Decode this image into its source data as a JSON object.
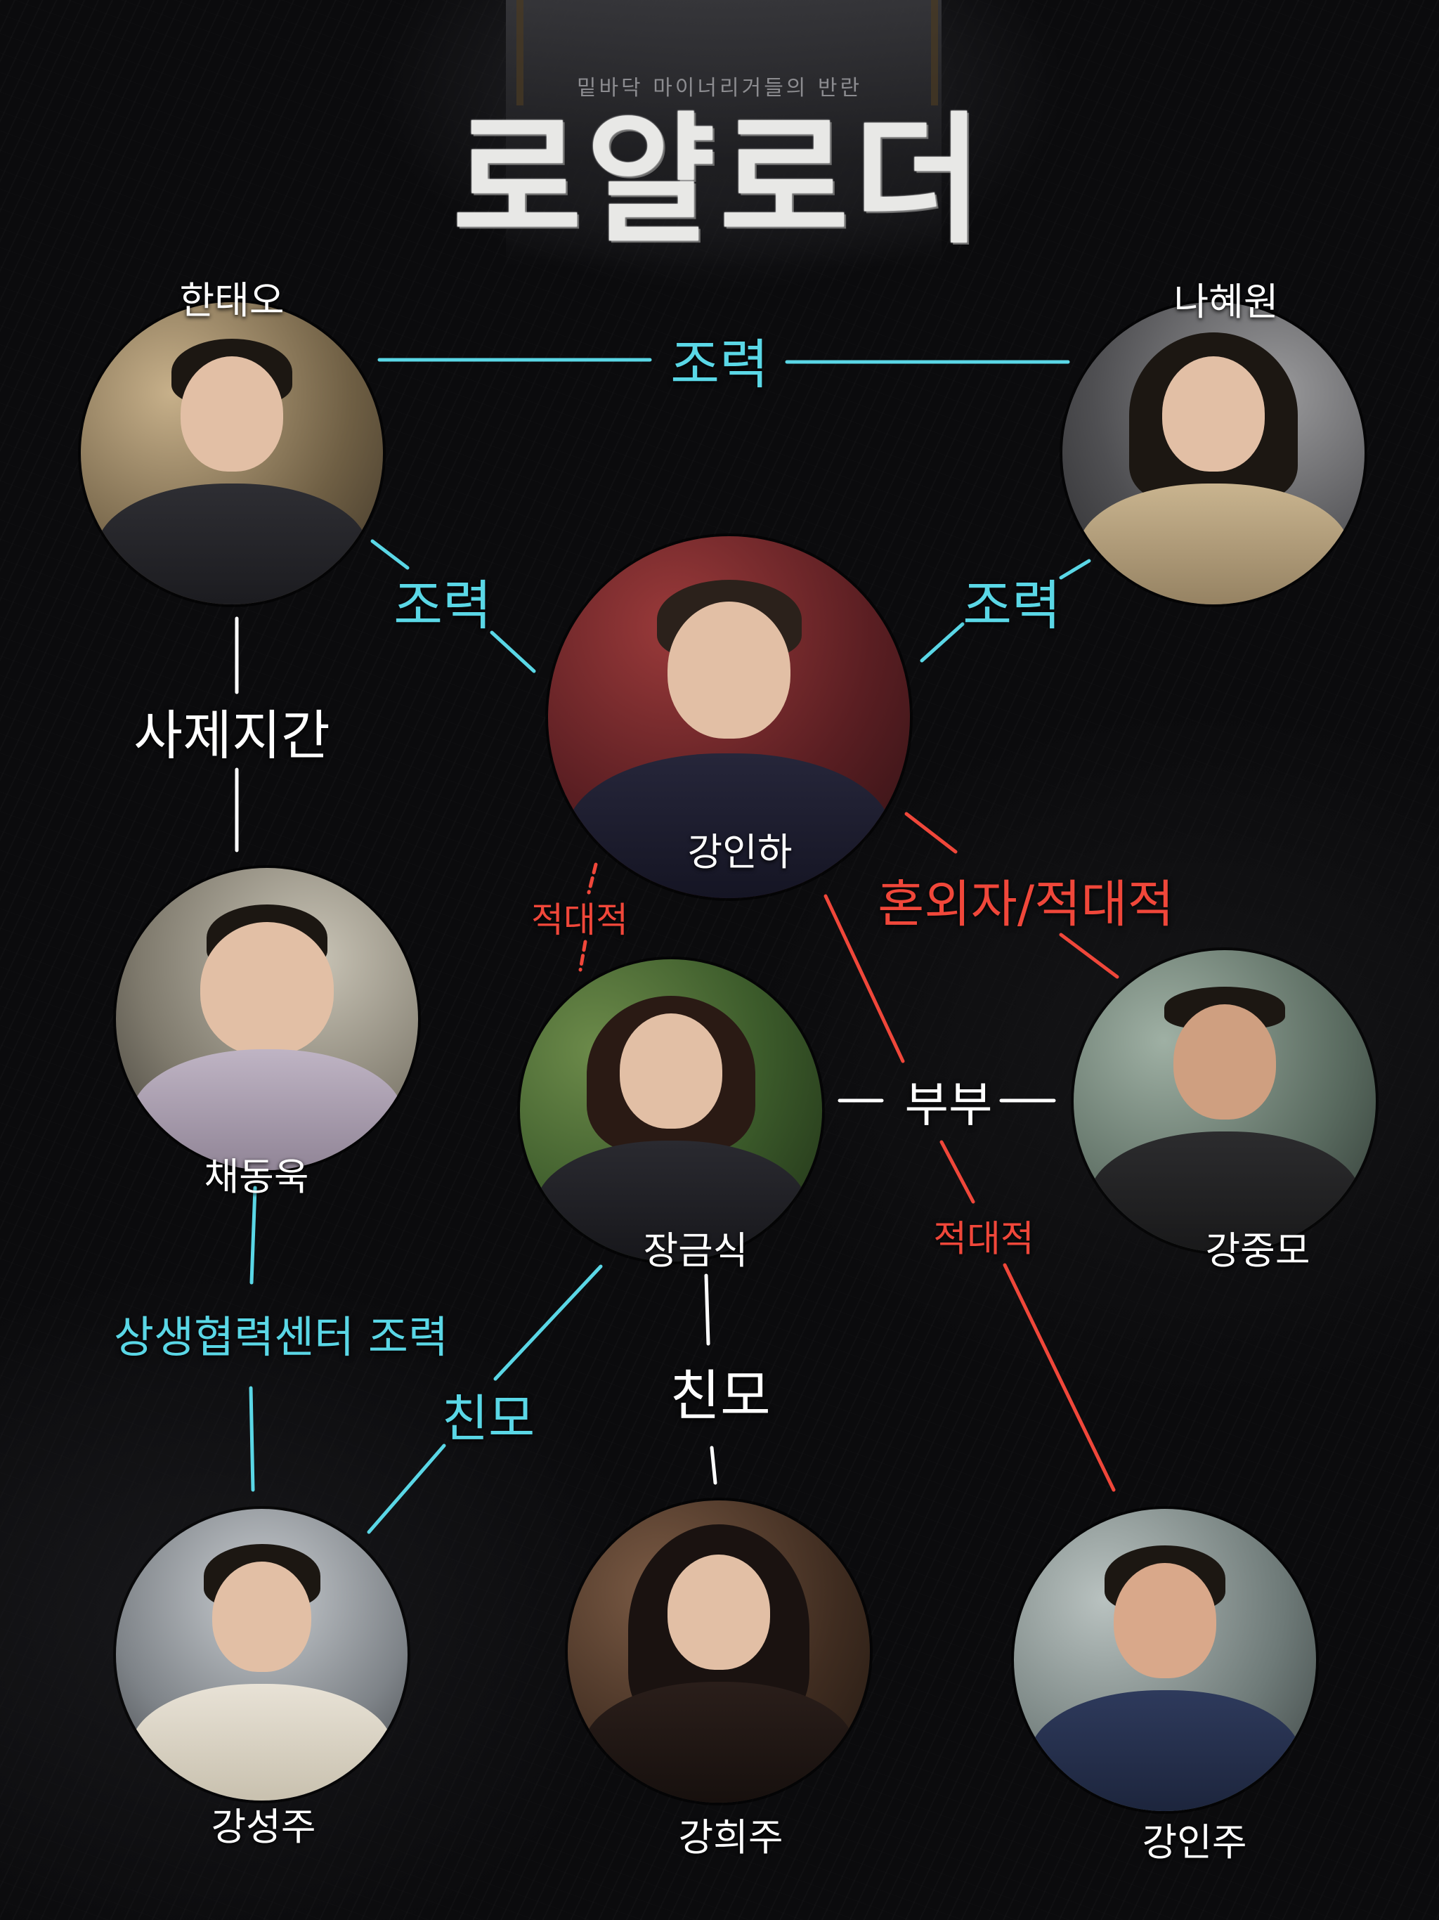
{
  "poster": {
    "tagline": "밑바닥 마이너리거들의 반란",
    "title": "로얄로더"
  },
  "colors": {
    "background": "#0b0b0d",
    "cooperation": "#5ad7e6",
    "family": "#ffffff",
    "hostile": "#f0473a"
  },
  "characters": {
    "han_taeo": "한태오",
    "na_hyewon": "나혜원",
    "kang_inha": "강인하",
    "chae_donguk": "채동욱",
    "jang_geumsik": "장금식",
    "kang_jungmo": "강중모",
    "kang_seongju": "강성주",
    "kang_heeju": "강희주",
    "kang_inju": "강인주"
  },
  "relations": {
    "taeo_hyewon": "조력",
    "taeo_inha": "조력",
    "hyewon_inha": "조력",
    "taeo_donguk": "사제지간",
    "inha_geumsik": "적대적",
    "inha_jungmo": "혼외자/적대적",
    "geumsik_jungmo": "부부",
    "inha_inju": "적대적",
    "donguk_seongju": "상생협력센터 조력",
    "geumsik_seongju": "친모",
    "geumsik_heeju": "친모"
  }
}
